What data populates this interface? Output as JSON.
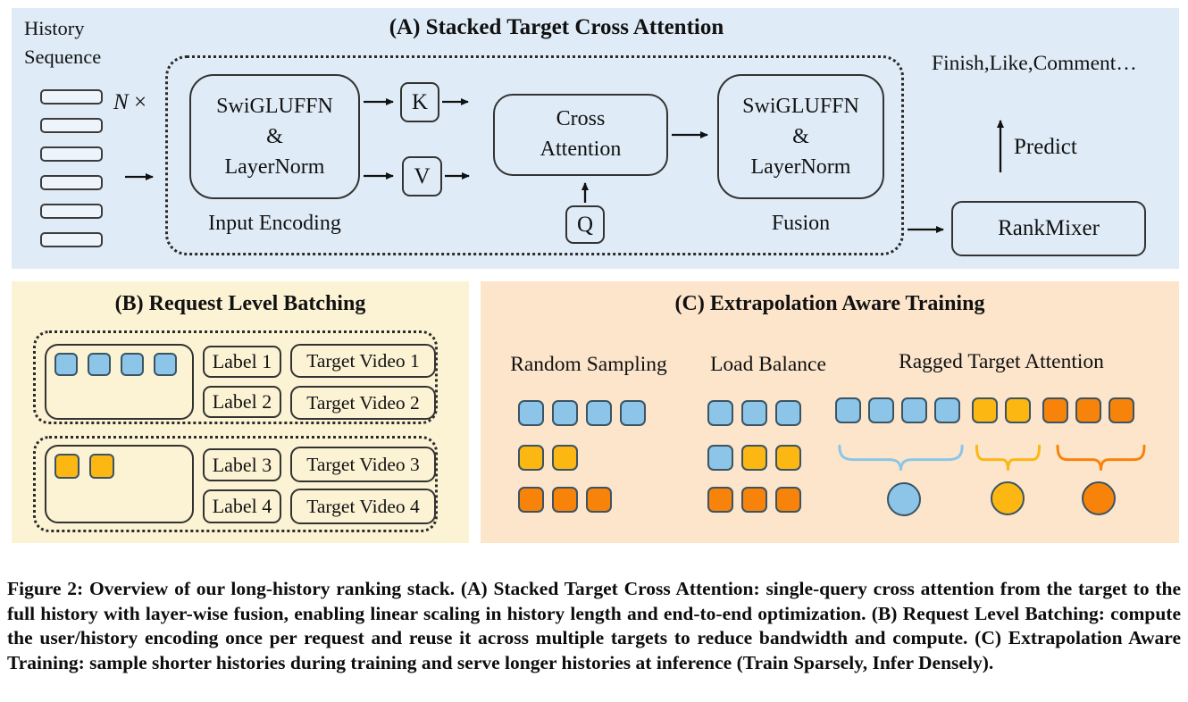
{
  "colors": {
    "panel_a_bg": "#dfecf7",
    "panel_b_bg": "#fcf3d4",
    "panel_c_bg": "#fce5cb",
    "blue": "#8cc5e8",
    "yellow": "#fdb713",
    "orange": "#f8830a",
    "square_border": "#3a5464"
  },
  "panel_a": {
    "title": "(A) Stacked Target Cross Attention",
    "history_label": "History\nSequence",
    "history_count": 6,
    "n_symbol": "N",
    "times_symbol": "×",
    "input_encoder": "SwiGLUFFN\n&\nLayerNorm",
    "input_encoding_caption": "Input Encoding",
    "k_label": "K",
    "v_label": "V",
    "q_label": "Q",
    "cross_attention": "Cross\nAttention",
    "fusion_encoder": "SwiGLUFFN\n&\nLayerNorm",
    "fusion_caption": "Fusion",
    "rankmixer_label": "RankMixer",
    "predict_label": "Predict",
    "outputs_label": "Finish,Like,Comment…"
  },
  "panel_b": {
    "title": "(B) Request Level Batching",
    "groups": [
      {
        "squares": [
          "blue",
          "blue",
          "blue",
          "blue"
        ],
        "labels": [
          "Label 1",
          "Label 2"
        ],
        "targets": [
          "Target Video 1",
          "Target Video 2"
        ]
      },
      {
        "squares": [
          "yellow",
          "yellow"
        ],
        "labels": [
          "Label 3",
          "Label 4"
        ],
        "targets": [
          "Target Video 3",
          "Target Video 4"
        ]
      }
    ]
  },
  "panel_c": {
    "title": "(C) Extrapolation Aware Training",
    "col_random": {
      "label": "Random Sampling",
      "rows": [
        [
          "blue",
          "blue",
          "blue",
          "blue"
        ],
        [
          "yellow",
          "yellow"
        ],
        [
          "orange",
          "orange",
          "orange"
        ]
      ]
    },
    "col_load": {
      "label": "Load Balance",
      "rows": [
        [
          "blue",
          "blue",
          "blue"
        ],
        [
          "blue",
          "yellow",
          "yellow"
        ],
        [
          "orange",
          "orange",
          "orange"
        ]
      ]
    },
    "col_ragged": {
      "label": "Ragged Target Attention",
      "groups": [
        {
          "color": "blue",
          "count": 4
        },
        {
          "color": "yellow",
          "count": 2
        },
        {
          "color": "orange",
          "count": 3
        }
      ]
    }
  },
  "caption": "Figure 2: Overview of our long-history ranking stack. (A) Stacked Target Cross Attention: single-query cross attention from the target to the full history with layer-wise fusion, enabling linear scaling in history length and end-to-end optimization. (B) Request Level Batching: compute the user/history encoding once per request and reuse it across multiple targets to reduce bandwidth and compute. (C) Extrapolation Aware Training: sample shorter histories during training and serve longer histories at inference (Train Sparsely, Infer Densely)."
}
